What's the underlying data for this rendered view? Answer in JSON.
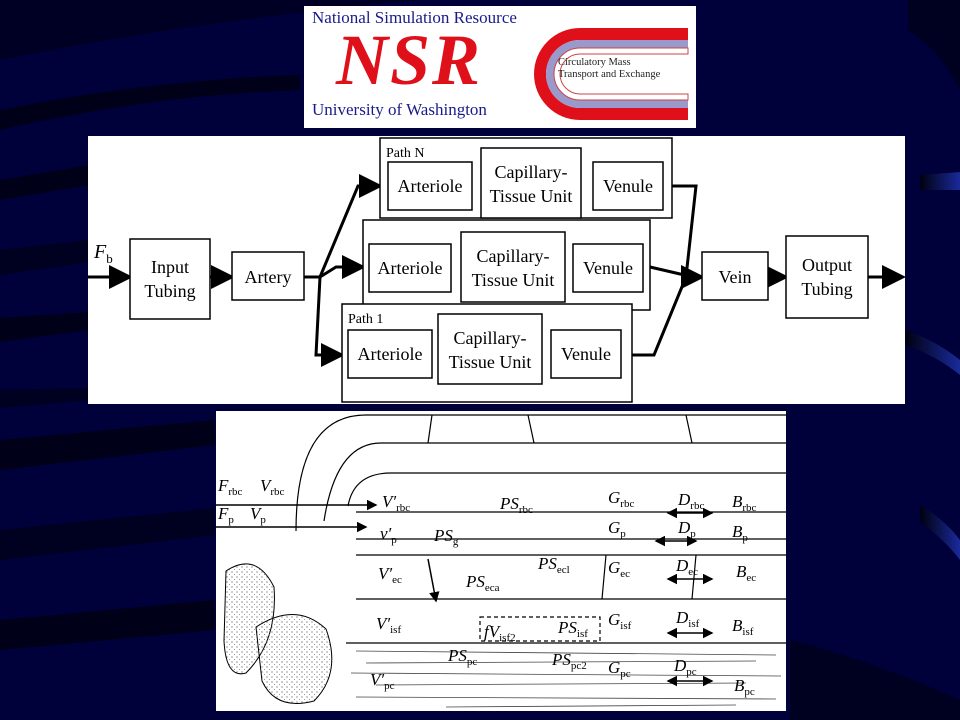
{
  "logo": {
    "top_line": "National Simulation Resource",
    "acronym": "NSR",
    "bottom_line": "University of Washington",
    "emblem_line1": "Circulatory Mass",
    "emblem_line2": "Transport and Exchange"
  },
  "flow_diagram": {
    "input_flow": "F",
    "input_flow_sub": "b",
    "input_tubing": [
      "Input",
      "Tubing"
    ],
    "artery": "Artery",
    "vein": "Vein",
    "output_tubing": [
      "Output",
      "Tubing"
    ],
    "path_n_label": "Path N",
    "path_1_label": "Path 1",
    "arteriole": "Arteriole",
    "capillary": [
      "Capillary-",
      "Tissue Unit"
    ],
    "venule": "Venule"
  },
  "capillary_diagram": {
    "labels": {
      "F_rbc": [
        "F",
        "rbc"
      ],
      "V_rbc_in": [
        "V",
        "rbc"
      ],
      "F_p": [
        "F",
        "p"
      ],
      "V_p_in": [
        "V",
        "p"
      ],
      "Vp_rbc": [
        "V′",
        "rbc"
      ],
      "PS_rbc": [
        "PS",
        "rbc"
      ],
      "G_rbc": [
        "G",
        "rbc"
      ],
      "D_rbc": [
        "D",
        "rbc"
      ],
      "B_rbc": [
        "B",
        "rbc"
      ],
      "vp_p": [
        "v′",
        "p"
      ],
      "PS_g": [
        "PS",
        "g"
      ],
      "G_p": [
        "G",
        "p"
      ],
      "D_p": [
        "D",
        "p"
      ],
      "B_p": [
        "B",
        "p"
      ],
      "PS_ecl": [
        "PS",
        "ecl"
      ],
      "Vp_ec": [
        "V′",
        "ec"
      ],
      "PS_eca": [
        "PS",
        "eca"
      ],
      "G_ec": [
        "G",
        "ec"
      ],
      "D_ec": [
        "D",
        "ec"
      ],
      "B_ec": [
        "B",
        "ec"
      ],
      "Vp_isf": [
        "V′",
        "isf"
      ],
      "fV_isf2": [
        "fV",
        "isf2"
      ],
      "PS_isf": [
        "PS",
        "isf"
      ],
      "G_isf": [
        "G",
        "isf"
      ],
      "D_isf": [
        "D",
        "isf"
      ],
      "B_isf": [
        "B",
        "isf"
      ],
      "PS_pc": [
        "PS",
        "pc"
      ],
      "PS_pc2": [
        "PS",
        "pc2"
      ],
      "Vp_pc": [
        "V′",
        "pc"
      ],
      "G_pc": [
        "G",
        "pc"
      ],
      "D_pc": [
        "D",
        "pc"
      ],
      "B_pc": [
        "B",
        "pc"
      ]
    }
  },
  "colors": {
    "background": "#00003a",
    "nsr_red": "#e0101a",
    "title_blue": "#1a1a8c"
  }
}
